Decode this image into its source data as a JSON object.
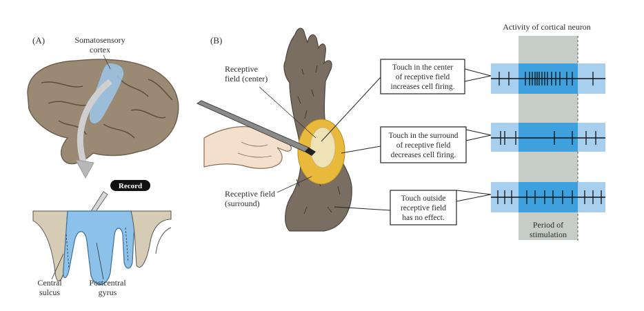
{
  "panel_a": {
    "label": "(A)",
    "cortex_label": [
      "Somatosensory",
      "cortex"
    ],
    "record_label": "Record",
    "central_sulcus_label": [
      "Central",
      "sulcus"
    ],
    "postcentral_gyrus_label": [
      "Postcentral",
      "gyrus"
    ]
  },
  "panel_b": {
    "label": "(B)",
    "rf_center_label": [
      "Receptive",
      "field (center)"
    ],
    "rf_surround_label": [
      "Receptive field",
      "(surround)"
    ],
    "callouts": [
      [
        "Touch in the center",
        "of receptive field",
        "increases cell firing."
      ],
      [
        "Touch in the surround",
        "of receptive field",
        "decreases cell firing."
      ],
      [
        "Touch outside",
        "receptive field",
        "has no effect."
      ]
    ],
    "activity_title": "Activity of cortical neuron",
    "stimulation_label": [
      "Period of",
      "stimulation"
    ]
  },
  "colors": {
    "trace_band": "#a9cfee",
    "stimulus_band": "#3ea0dc",
    "stimulation_shade": "#c6cdc6",
    "rf_surround": "#e8b93a",
    "rf_center": "#efe3b6",
    "cortex_highlight": "#9cc6ea",
    "brain": "#9a8a74",
    "arm": "#7a6e63"
  }
}
